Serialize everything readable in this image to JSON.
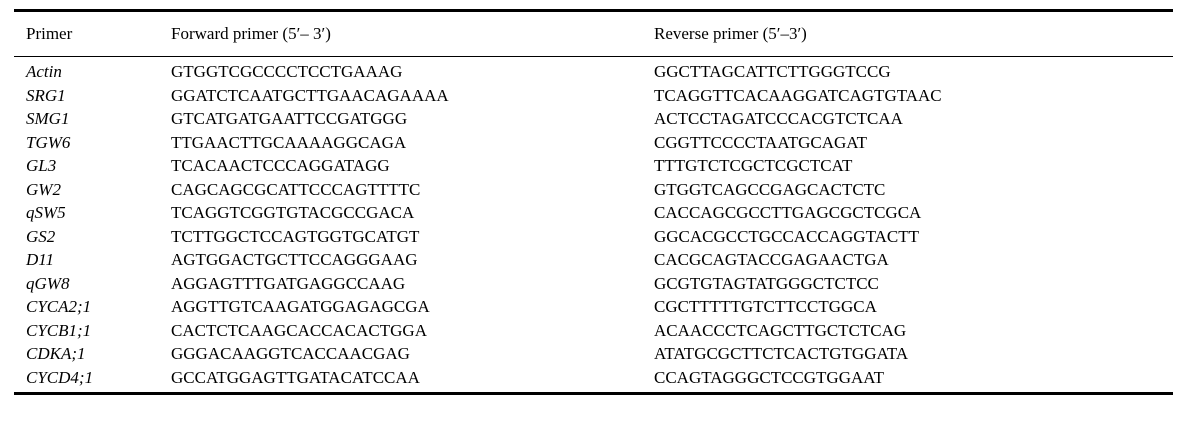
{
  "table": {
    "headers": {
      "primer": "Primer",
      "forward": "Forward primer (5′– 3′)",
      "reverse": "Reverse primer (5′–3′)"
    },
    "rows": [
      {
        "gene": "Actin",
        "forward": "GTGGTCGCCCCTCCTGAAAG",
        "reverse": "GGCTTAGCATTCTTGGGTCCG"
      },
      {
        "gene": "SRG1",
        "forward": "GGATCTCAATGCTTGAACAGAAAA",
        "reverse": "TCAGGTTCACAAGGATCAGTGTAAC"
      },
      {
        "gene": "SMG1",
        "forward": "GTCATGATGAATTCCGATGGG",
        "reverse": "ACTCCTAGATCCCACGTCTCAA"
      },
      {
        "gene": "TGW6",
        "forward": "TTGAACTTGCAAAAGGCAGA",
        "reverse": "CGGTTCCCCTAATGCAGAT"
      },
      {
        "gene": "GL3",
        "forward": "TCACAACTCCCAGGATAGG",
        "reverse": "TTTGTCTCGCTCGCTCAT"
      },
      {
        "gene": "GW2",
        "forward": "CAGCAGCGCATTCCCAGTTTTC",
        "reverse": "GTGGTCAGCCGAGCACTCTC"
      },
      {
        "gene": "qSW5",
        "forward": "TCAGGTCGGTGTACGCCGACA",
        "reverse": "CACCAGCGCCTTGAGCGCTCGCA"
      },
      {
        "gene": "GS2",
        "forward": "TCTTGGCTCCAGTGGTGCATGT",
        "reverse": "GGCACGCCTGCCACCAGGTACTT"
      },
      {
        "gene": "D11",
        "forward": "AGTGGACTGCTTCCAGGGAAG",
        "reverse": "CACGCAGTACCGAGAACTGA"
      },
      {
        "gene": "qGW8",
        "forward": "AGGAGTTTGATGAGGCCAAG",
        "reverse": "GCGTGTAGTATGGGCTCTCC"
      },
      {
        "gene": "CYCA2;1",
        "forward": "AGGTTGTCAAGATGGAGAGCGA",
        "reverse": "CGCTTTTTGTCTTCCTGGCA"
      },
      {
        "gene": "CYCB1;1",
        "forward": "CACTCTCAAGCACCACACTGGA",
        "reverse": "ACAACCCTCAGCTTGCTCTCAG"
      },
      {
        "gene": "CDKA;1",
        "forward": "GGGACAAGGTCACCAACGAG",
        "reverse": "ATATGCGCTTCTCACTGTGGATA"
      },
      {
        "gene": "CYCD4;1",
        "forward": "GCCATGGAGTTGATACATCCAA",
        "reverse": "CCAGTAGGGCTCCGTGGAAT"
      }
    ]
  }
}
